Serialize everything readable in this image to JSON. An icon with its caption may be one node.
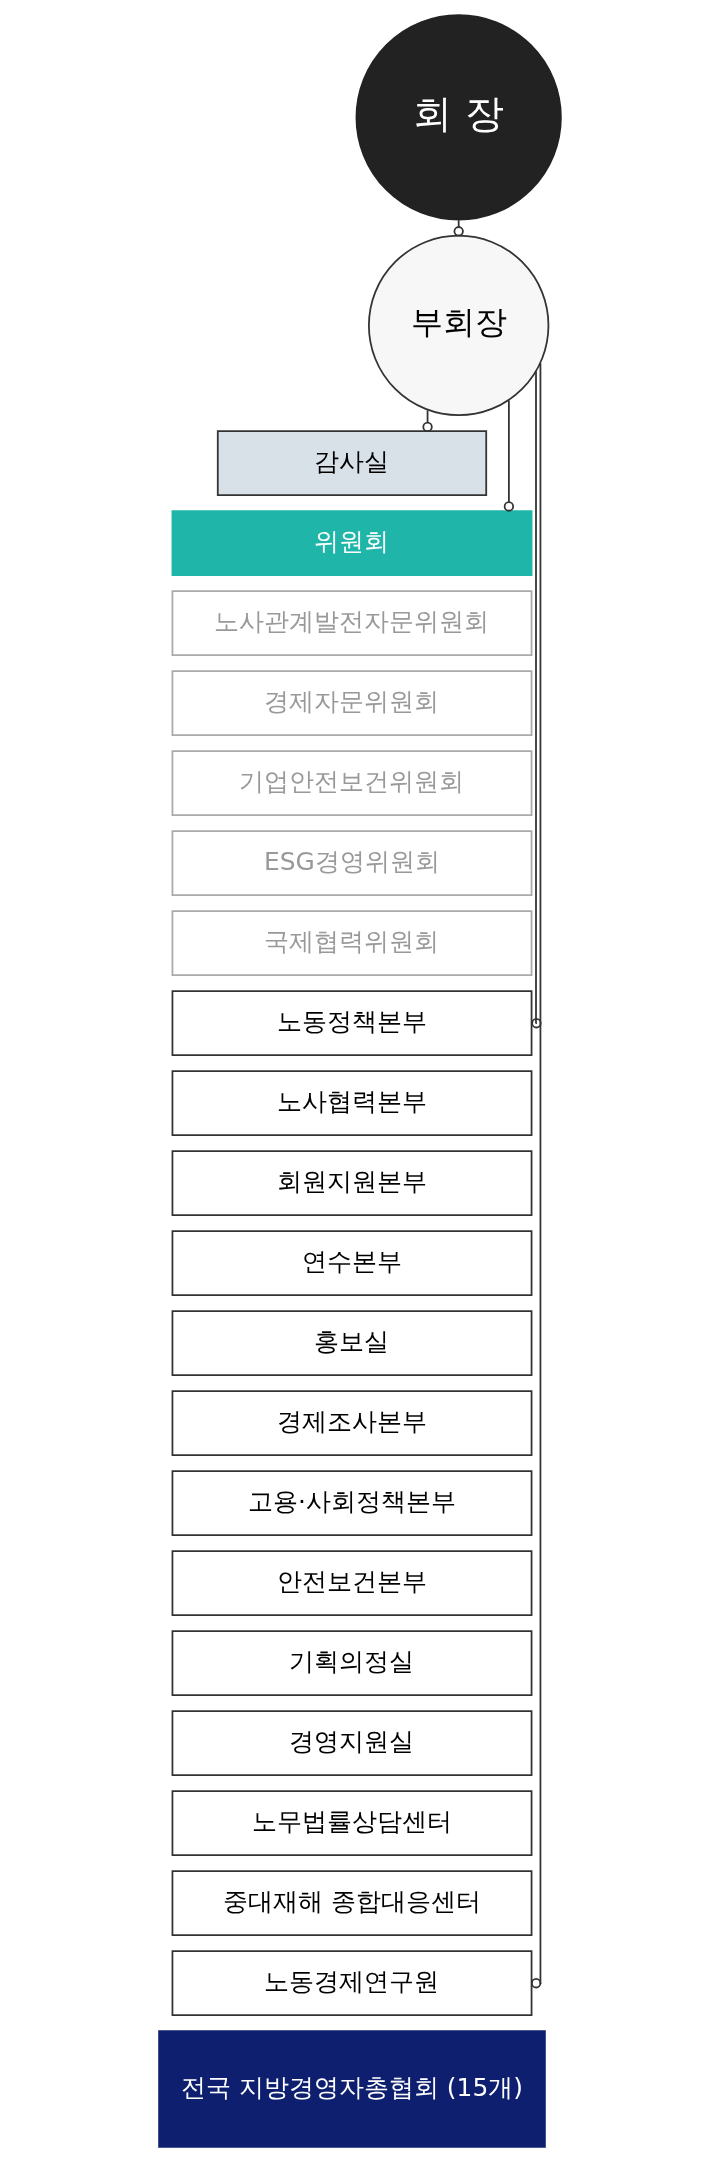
{
  "diagram": {
    "nodes": [
      {
        "text": [
          "회 장"
        ]
      },
      {
        "text": [
          "부회장"
        ]
      },
      {
        "text": [
          "감사실"
        ]
      },
      {
        "text": [
          "위원회"
        ]
      },
      {
        "text": [
          "노사관계발전자문위원회"
        ]
      },
      {
        "text": [
          "경제자문위원회"
        ]
      },
      {
        "text": [
          "기업안전보건위원회"
        ]
      },
      {
        "text": [
          "ESG경영위원회"
        ]
      },
      {
        "text": [
          "국제협력위원회"
        ]
      },
      {
        "text": [
          "노동정책본부"
        ]
      },
      {
        "text": [
          "노사협력본부"
        ]
      },
      {
        "text": [
          "회원지원본부"
        ]
      },
      {
        "text": [
          "연수본부"
        ]
      },
      {
        "text": [
          "홍보실"
        ]
      },
      {
        "text": [
          "경제조사본부"
        ]
      },
      {
        "text": [
          "고용·사회정책본부"
        ]
      },
      {
        "text": [
          "안전보건본부"
        ]
      },
      {
        "text": [
          "기획의정실"
        ]
      },
      {
        "text": [
          "경영지원실"
        ]
      },
      {
        "text": [
          "노무법률상담센터"
        ]
      },
      {
        "text": [
          "중대재해 종합대응센터"
        ]
      },
      {
        "text": [
          "노동경제연구원"
        ]
      },
      {
        "text": [
          "전국 지방경영자총협회 (15개)"
        ]
      }
    ],
    "edges": [
      {
        "from": 0,
        "to": 1,
        "arrow": "other"
      },
      {
        "from": 1,
        "to": 2,
        "arrow": "other"
      },
      {
        "from": 1,
        "to": 3,
        "arrow": "other"
      },
      {
        "from": 1,
        "to": 9,
        "arrow": "other"
      },
      {
        "from": 1,
        "to": 21,
        "arrow": "other"
      }
    ]
  }
}
